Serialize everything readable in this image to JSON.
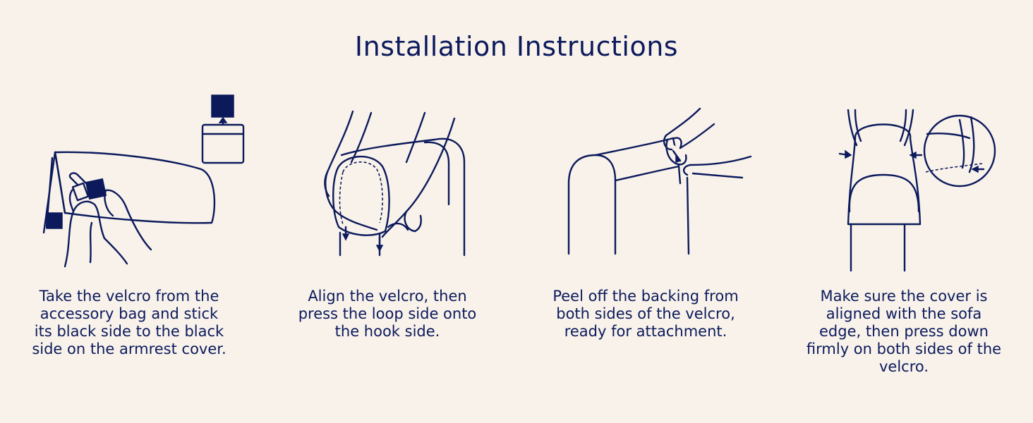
{
  "title": "Installation Instructions",
  "accent_color": "#0c1a5c",
  "background_color": "#f8f2ea",
  "steps": [
    {
      "text": "Take the velcro from the accessory bag and stick its black side to the black side on the armrest cover.",
      "icon": "velcro-bag-icon"
    },
    {
      "text": "Align the velcro, then press the loop side onto the hook side.",
      "icon": "align-velcro-icon"
    },
    {
      "text": "Peel off the backing from both sides of the velcro, ready for attachment.",
      "icon": "peel-backing-icon"
    },
    {
      "text": "Make sure the cover is aligned with the sofa edge, then press down firmly on both sides of the velcro.",
      "icon": "press-velcro-icon"
    }
  ]
}
